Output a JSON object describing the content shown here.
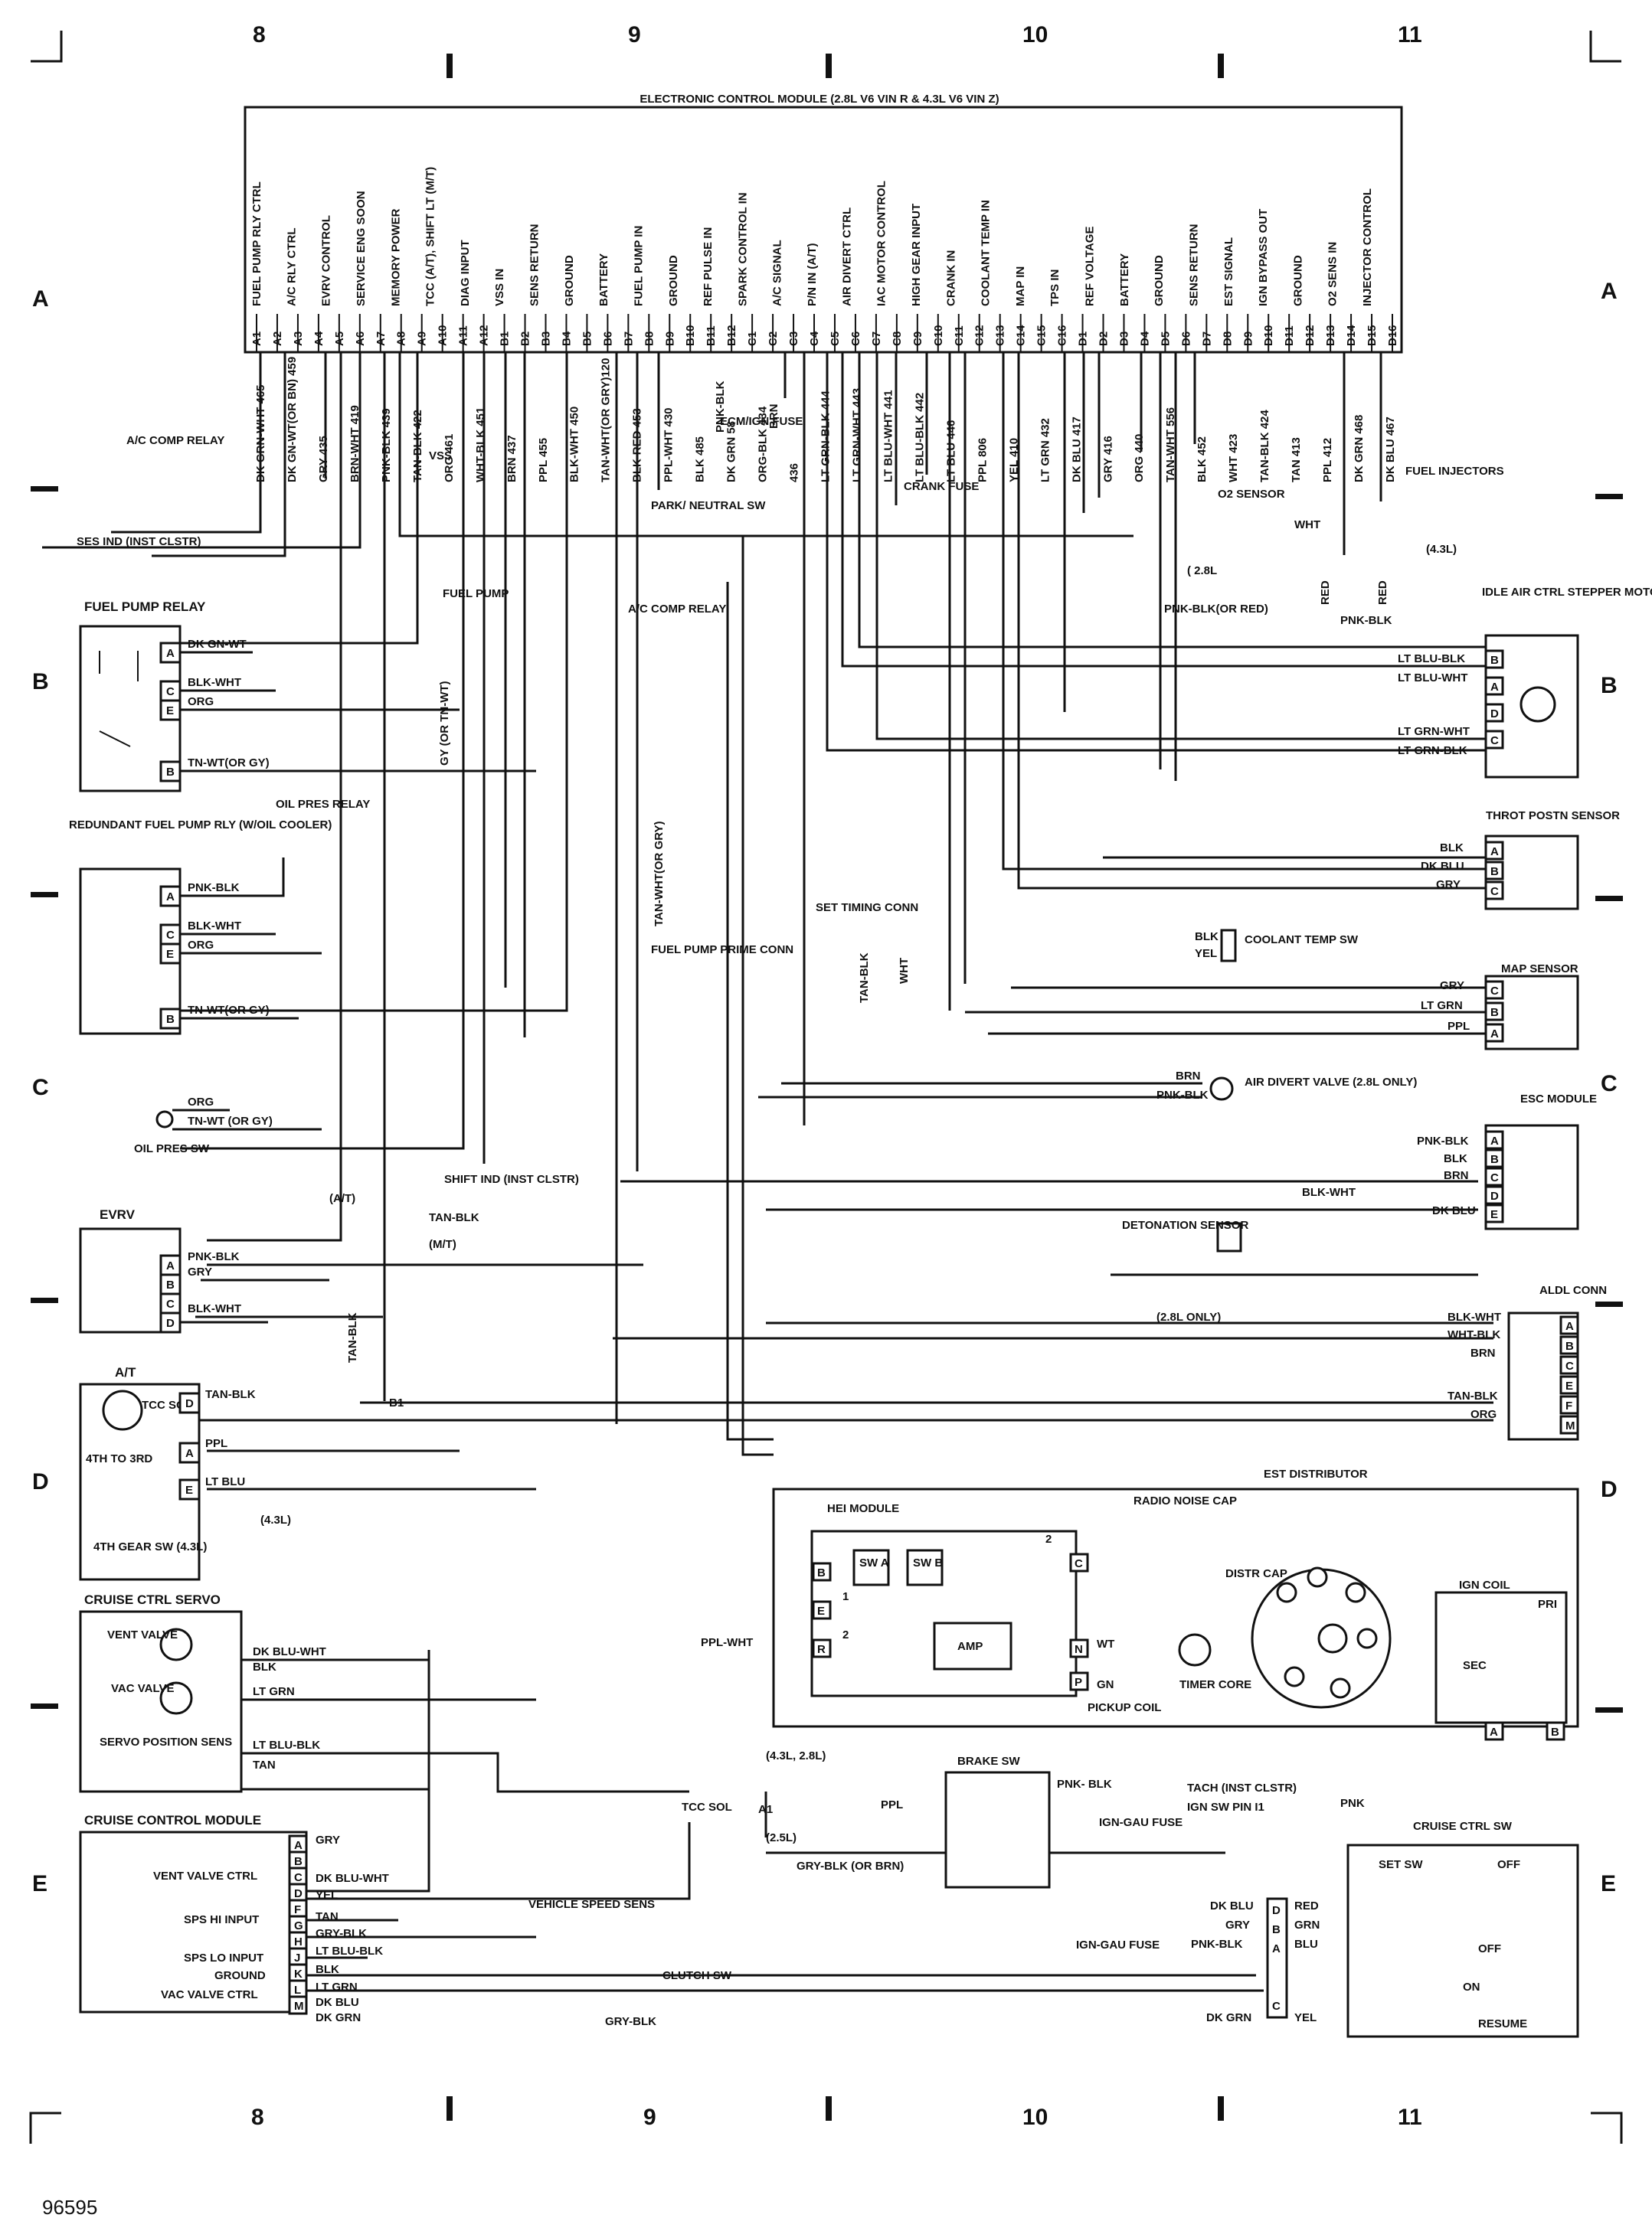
{
  "grid": {
    "top_columns": [
      "8",
      "9",
      "10",
      "11"
    ],
    "bottom_columns": [
      "8",
      "9",
      "10",
      "11"
    ],
    "left_rows": [
      "A",
      "B",
      "C",
      "D",
      "E"
    ],
    "right_rows": [
      "A",
      "B",
      "C",
      "D",
      "E"
    ]
  },
  "figure_number": "96595",
  "ecm": {
    "title": "ELECTRONIC CONTROL MODULE (2.8L V6 VIN R & 4.3L V6 VIN Z)",
    "pins": [
      "A1",
      "A2",
      "A3",
      "A4",
      "A5",
      "A6",
      "A7",
      "A8",
      "A9",
      "A10",
      "A11",
      "A12",
      "B1",
      "B2",
      "B3",
      "B4",
      "B5",
      "B6",
      "B7",
      "B8",
      "B9",
      "B10",
      "B11",
      "B12",
      "C1",
      "C2",
      "C3",
      "C4",
      "C5",
      "C6",
      "C7",
      "C8",
      "C9",
      "C10",
      "C11",
      "C12",
      "C13",
      "C14",
      "C15",
      "C16",
      "D1",
      "D2",
      "D3",
      "D4",
      "D5",
      "D6",
      "D7",
      "D8",
      "D9",
      "D10",
      "D11",
      "D12",
      "D13",
      "D14",
      "D15",
      "D16"
    ],
    "functions": [
      "FUEL PUMP RLY CTRL",
      "A/C RLY CTRL",
      "EVRV CONTROL",
      "SERVICE ENG SOON",
      "MEMORY POWER",
      "TCC (A/T), SHIFT LT (M/T)",
      "DIAG INPUT",
      "VSS IN",
      "SENS RETURN",
      "GROUND",
      "BATTERY",
      "FUEL PUMP IN",
      "GROUND",
      "REF PULSE IN",
      "SPARK CONTROL IN",
      "A/C SIGNAL",
      "P/N IN (A/T)",
      "AIR DIVERT CTRL",
      "IAC MOTOR CONTROL",
      "HIGH GEAR INPUT",
      "CRANK IN",
      "COOLANT TEMP IN",
      "MAP IN",
      "TPS IN",
      "REF VOLTAGE",
      "BATTERY",
      "GROUND",
      "SENS RETURN",
      "EST SIGNAL",
      "IGN BYPASS OUT",
      "GROUND",
      "O2 SENS IN",
      "INJECTOR CONTROL"
    ],
    "wires": [
      "DK GRN-WHT 465",
      "DK GN-WT(OR BN) 459",
      "GRY 435",
      "BRN-WHT 419",
      "PNK-BLK 439",
      "TAN-BLK 422",
      "ORG 461",
      "WHT-BLK 451",
      "BRN 437",
      "PPL 455",
      "BLK-WHT 450",
      "TAN-WHT(OR GRY)120",
      "BLK-RED 453",
      "PPL-WHT 430",
      "BLK 485",
      "DK GRN 58",
      "ORG-BLK 434",
      "436",
      "LT GRN-BLK 444",
      "LT GRN-WHT 443",
      "LT BLU-WHT 441",
      "LT BLU-BLK 442",
      "LT BLU 446",
      "PPL 806",
      "YEL 410",
      "LT GRN 432",
      "DK BLU 417",
      "GRY 416",
      "ORG 440",
      "TAN-WHT 556",
      "BLK 452",
      "WHT 423",
      "TAN-BLK 424",
      "TAN 413",
      "PPL 412",
      "DK GRN 468",
      "DK BLU 467"
    ]
  },
  "labels": {
    "ac_comp_relay_top": "A/C COMP RELAY",
    "ses_ind": "SES IND (INST CLSTR)",
    "vss": "VSS",
    "park_neutral": "PARK/ NEUTRAL SW",
    "ecm_ign_fuse": "ECM/IGN FUSE",
    "pnk_blk": "PNK-BLK",
    "brn": "BRN",
    "crank_fuse": "CRANK FUSE",
    "o2_sensor": "O2 SENSOR",
    "fuel_injectors": "FUEL INJECTORS",
    "wht": "WHT",
    "l28": "( 2.8L",
    "l43": "(4.3L)",
    "red": "RED",
    "pnk_blk_or_red": "PNK-BLK(OR RED)",
    "fuel_pump": "FUEL PUMP",
    "gy_or_tn_wt": "GY (OR TN-WT)",
    "ac_comp_relay_mid": "A/C COMP RELAY",
    "tan_wht_or_gry": "TAN-WHT(OR GRY)",
    "fuel_pump_prime": "FUEL PUMP PRIME CONN",
    "set_timing": "SET TIMING CONN",
    "tan_blk": "TAN-BLK",
    "shift_ind": "SHIFT IND (INST CLSTR)",
    "at": "(A/T)",
    "mt": "(M/T)",
    "b1": "B1",
    "l28_only": "(2.8L ONLY)",
    "l43b": "(4.3L)",
    "ppl_wht": "PPL-WHT",
    "tcc_sol": "TCC SOL",
    "l43_28": "(4.3L, 2.8L)",
    "l25": "(2.5L)",
    "a1": "A1",
    "ppl": "PPL",
    "gry_blk_or_brn": "GRY-BLK (OR BRN)",
    "vehicle_speed_sens": "VEHICLE SPEED SENS",
    "clutch_sw": "CLUTCH SW",
    "gry_blk": "GRY-BLK",
    "ign_gau_fuse_right": "IGN-GAU FUSE",
    "ign_gau_fuse_left": "IGN-GAU FUSE",
    "tach": "TACH (INST CLSTR)",
    "ign_sw_pin": "IGN SW PIN I1",
    "pnk": "PNK",
    "dk_grn": "DK GRN",
    "yel": "YEL"
  },
  "components": {
    "fuel_pump_relay": {
      "title": "FUEL PUMP RELAY",
      "pins": [
        "A",
        "C",
        "E",
        "B"
      ],
      "wires": [
        "DK GN-WT",
        "BLK-WHT",
        "ORG",
        "TN-WT(OR GY)"
      ]
    },
    "redundant_relay": {
      "title": "REDUNDANT FUEL PUMP RLY (W/OIL COOLER)",
      "oil_pres_relay": "OIL PRES RELAY",
      "pins": [
        "A",
        "C",
        "E",
        "B"
      ],
      "wires": [
        "PNK-BLK",
        "BLK-WHT",
        "ORG",
        "TN-WT(OR GY)"
      ]
    },
    "oil_pres_sw": {
      "title": "OIL PRES SW",
      "wires": [
        "ORG",
        "TN-WT (OR GY)"
      ]
    },
    "evrv": {
      "title": "EVRV",
      "pins": [
        "A",
        "B",
        "C",
        "D"
      ],
      "wires": [
        "PNK-BLK",
        "GRY",
        "BLK-WHT"
      ]
    },
    "at_block": {
      "title": "A/T",
      "tcc_sol": "TCC SOL",
      "fourth_to_third": "4TH TO 3RD",
      "fourth_gear_sw": "4TH GEAR SW (4.3L)",
      "pins": [
        "D",
        "A",
        "E"
      ],
      "wires": [
        "TAN-BLK",
        "PPL",
        "LT BLU"
      ],
      "note": "(4.3L)"
    },
    "cruise_servo": {
      "title": "CRUISE CTRL SERVO",
      "vent": "VENT VALVE",
      "vac": "VAC VALVE",
      "servo": "SERVO POSITION SENS",
      "wires": [
        "DK BLU-WHT",
        "BLK",
        "LT GRN",
        "LT BLU-BLK",
        "TAN"
      ]
    },
    "cruise_module": {
      "title": "CRUISE CONTROL MODULE",
      "pins": [
        "A",
        "B",
        "C",
        "D",
        "F",
        "G",
        "H",
        "J",
        "K",
        "L",
        "M"
      ],
      "left_labels": [
        "VENT VALVE CTRL",
        "SPS HI INPUT",
        "SPS LO INPUT",
        "GROUND",
        "VAC VALVE CTRL"
      ],
      "wires": [
        "GRY",
        "DK BLU-WHT",
        "YEL",
        "TAN",
        "GRY-BLK",
        "LT BLU-BLK",
        "BLK",
        "LT GRN",
        "DK BLU",
        "DK GRN"
      ]
    },
    "iac_motor": {
      "title": "IDLE AIR CTRL STEPPER MOTOR",
      "pins": [
        "B",
        "A",
        "D",
        "C"
      ],
      "wires": [
        "LT BLU-BLK",
        "LT BLU-WHT",
        "LT GRN-WHT",
        "LT GRN-BLK"
      ]
    },
    "tps": {
      "title": "THROT POSTN SENSOR",
      "pins": [
        "A",
        "B",
        "C"
      ],
      "wires": [
        "BLK",
        "DK BLU",
        "GRY"
      ]
    },
    "coolant": {
      "title": "COOLANT TEMP SW",
      "wires": [
        "BLK",
        "YEL"
      ]
    },
    "map": {
      "title": "MAP SENSOR",
      "pins": [
        "C",
        "B",
        "A"
      ],
      "wires": [
        "GRY",
        "LT GRN",
        "PPL"
      ]
    },
    "air_divert": {
      "title": "AIR DIVERT VALVE (2.8L ONLY)",
      "wires": [
        "BRN",
        "PNK-BLK"
      ]
    },
    "esc": {
      "title": "ESC MODULE",
      "pins": [
        "A",
        "B",
        "C",
        "D",
        "E"
      ],
      "wires": [
        "PNK-BLK",
        "BLK",
        "BRN",
        "BLK-WHT",
        "DK BLU"
      ]
    },
    "detonation": {
      "title": "DETONATION SENSOR"
    },
    "aldl": {
      "title": "ALDL CONN",
      "pins": [
        "A",
        "B",
        "C",
        "E",
        "F",
        "M"
      ],
      "wires": [
        "BLK-WHT",
        "WHT-BLK",
        "BRN",
        "TAN-BLK",
        "ORG"
      ]
    },
    "distributor": {
      "title": "EST DISTRIBUTOR",
      "hei": "HEI MODULE",
      "radio_cap": "RADIO NOISE CAP",
      "sw_a": "SW A",
      "sw_b": "SW B",
      "amp": "AMP",
      "distr_cap": "DISTR CAP",
      "timer_core": "TIMER CORE",
      "pickup_coil": "PICKUP COIL",
      "ign_coil": "IGN COIL",
      "sec": "SEC",
      "pri": "PRI",
      "wt": "WT",
      "gn": "GN",
      "pins_left": [
        "B",
        "E",
        "R"
      ],
      "pin_c": "C",
      "pins_right": [
        "N",
        "P"
      ],
      "coil_pins": [
        "A",
        "B"
      ],
      "sw_nums": [
        "1",
        "2",
        "2"
      ]
    },
    "brake_sw": {
      "title": "BRAKE SW",
      "wires": [
        "PNK- BLK"
      ]
    },
    "cruise_sw": {
      "title": "CRUISE CTRL SW",
      "set": "SET SW",
      "off1": "OFF",
      "off2": "OFF",
      "on": "ON",
      "resume": "RESUME",
      "pins": [
        "D",
        "B",
        "A",
        "C"
      ],
      "left_wires": [
        "DK BLU",
        "GRY",
        "PNK-BLK"
      ],
      "right_wires": [
        "RED",
        "GRN",
        "BLU"
      ]
    }
  }
}
